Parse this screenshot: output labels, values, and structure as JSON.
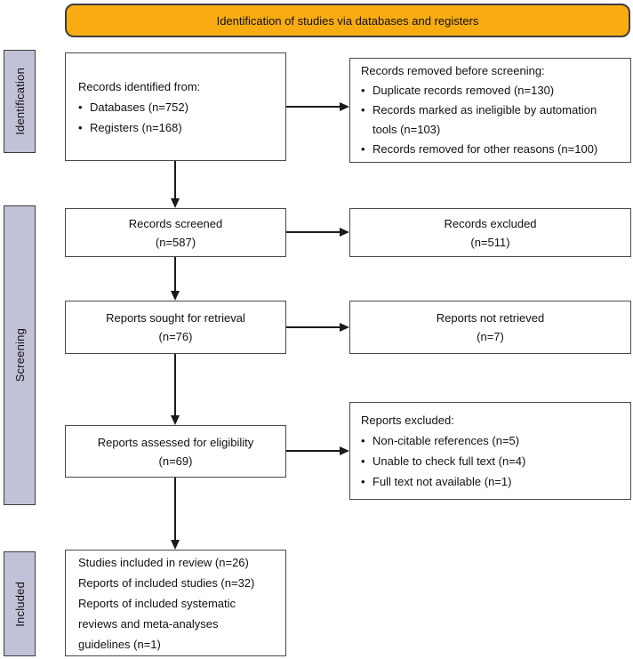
{
  "banner": {
    "label": "Identification of studies via databases and registers"
  },
  "stages": {
    "identification": {
      "label": "Identification"
    },
    "screening": {
      "label": "Screening"
    },
    "included": {
      "label": "Included"
    }
  },
  "boxes": {
    "records_identified": {
      "title": "Records identified from:",
      "bullets": [
        "Databases (n=752)",
        "Registers (n=168)"
      ]
    },
    "records_removed": {
      "title": "Records removed before screening:",
      "bullets": [
        "Duplicate records removed (n=130)",
        "Records marked as ineligible by automation tools (n=103)",
        "Records removed for other reasons (n=100)"
      ]
    },
    "records_screened": {
      "line1": "Records screened",
      "line2": "(n=587)"
    },
    "records_excluded": {
      "line1": "Records excluded",
      "line2": "(n=511)"
    },
    "reports_sought": {
      "line1": "Reports sought for retrieval",
      "line2": "(n=76)"
    },
    "reports_not_retrieved": {
      "line1": "Reports not retrieved",
      "line2": "(n=7)"
    },
    "reports_assessed": {
      "line1": "Reports assessed for eligibility",
      "line2": "(n=69)"
    },
    "reports_excluded": {
      "title": "Reports excluded:",
      "bullets": [
        "Non-citable references (n=5)",
        "Unable to check full text (n=4)",
        "Full text not available (n=1)"
      ]
    },
    "included_studies": {
      "lines": [
        "Studies included in review (n=26)",
        "Reports of included studies (n=32)",
        "Reports of included systematic reviews and meta-analyses guidelines (n=1)"
      ]
    }
  },
  "colors": {
    "banner_bg": "#F8AC12",
    "stage_bg": "#C1C2D8",
    "box_border": "#4a4a4a",
    "arrow": "#1a1a1a"
  }
}
